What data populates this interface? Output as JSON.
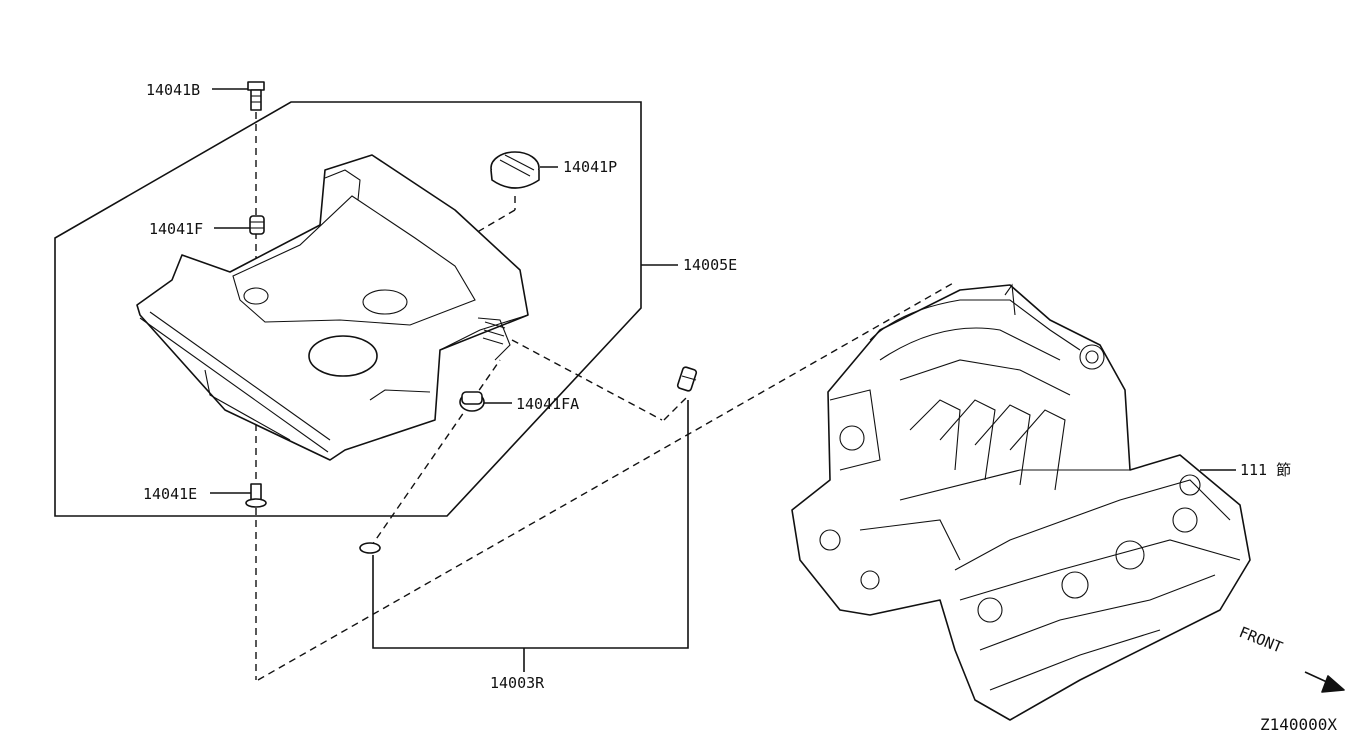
{
  "parts": {
    "p14041B": "14041B",
    "p14041F": "14041F",
    "p14041P": "14041P",
    "p14005E": "14005E",
    "p14041FA": "14041FA",
    "p14041E": "14041E",
    "p14003R": "14003R",
    "p111": "111 節"
  },
  "front_label": "FRONT",
  "diagram_code": "Z140000X",
  "icons": [
    "bolt-icon",
    "grommet-icon",
    "cap-icon",
    "arrow-icon"
  ],
  "line_color": "#111111",
  "background": "#ffffff"
}
